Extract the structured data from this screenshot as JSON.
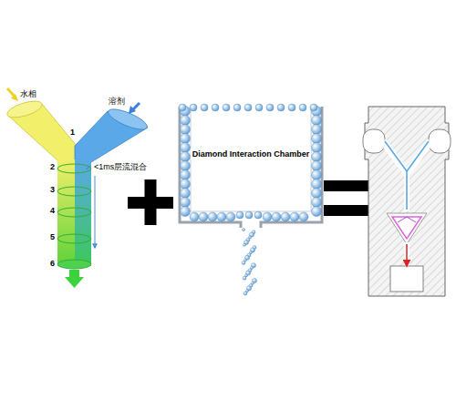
{
  "diagram": {
    "nodes": [
      {
        "text": [
          "Diamond Interaction Chamber"
        ]
      }
    ],
    "labels": [
      "水相",
      "溶剂",
      "1",
      "2",
      "3",
      "4",
      "5",
      "6",
      "<1ms层流混合"
    ]
  }
}
